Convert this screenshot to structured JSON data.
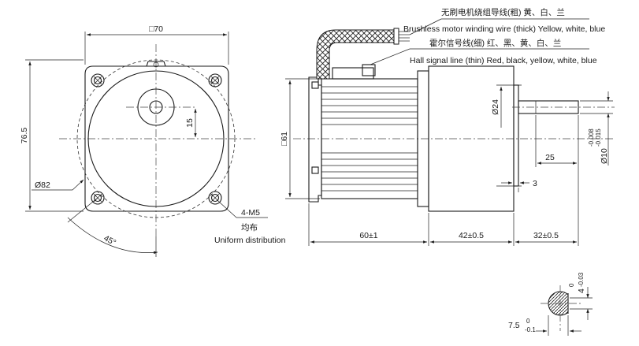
{
  "front_view": {
    "square_size": "□70",
    "height": "76.5",
    "circle_diameter": "Ø82",
    "offset": "15",
    "angle": "45°",
    "screw_spec": "4-M5",
    "screw_note_cn": "均布",
    "screw_note_en": "Uniform distribution"
  },
  "side_view": {
    "wire_thick_cn": "无刷电机绕组导线(粗) 黄、白、兰",
    "wire_thick_en": "Brushless motor winding wire (thick) Yellow, white, blue",
    "wire_thin_cn": "霍尔信号线(细) 红、黑、黄、白、兰",
    "wire_thin_en": "Hall signal line (thin) Red, black, yellow, white, blue",
    "body_square": "□61",
    "motor_length": "60±1",
    "gear_length": "42±0.5",
    "shaft_length": "32±0.5",
    "boss_diameter": "Ø24",
    "shaft_diameter": "Ø10",
    "shaft_tol_upper": "-0.008",
    "shaft_tol_lower": "-0.015",
    "key_length": "25",
    "boss_height": "3"
  },
  "shaft_section": {
    "key_width": "4",
    "key_width_upper": "0",
    "key_width_lower": "-0.03",
    "key_depth": "7.5",
    "key_depth_upper": "0",
    "key_depth_lower": "-0.1"
  }
}
